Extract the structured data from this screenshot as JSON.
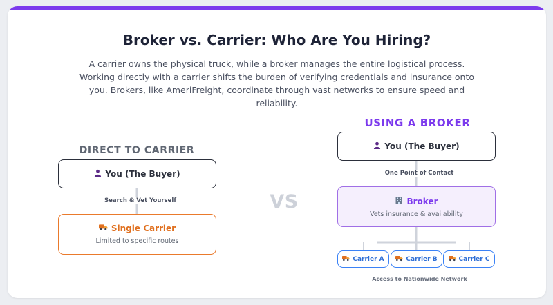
{
  "title": "Broker vs. Carrier: Who Are You Hiring?",
  "description": "A carrier owns the physical truck, while a broker manages the entire logistical process. Working directly with a carrier shifts the burden of verifying credentials and insurance onto you. Brokers, like AmeriFreight, coordinate through vast networks to ensure speed and reliability.",
  "direct": {
    "heading": "DIRECT TO CARRIER",
    "buyer": "You (The Buyer)",
    "edge_label": "Search & Vet Yourself",
    "carrier_title": "Single Carrier",
    "carrier_sub": "Limited to specific routes"
  },
  "vs": "VS",
  "broker_side": {
    "heading": "USING A BROKER",
    "buyer": "You (The Buyer)",
    "edge_label": "One Point of Contact",
    "broker_title": "Broker",
    "broker_sub": "Vets insurance & availability",
    "carriers": [
      "Carrier A",
      "Carrier B",
      "Carrier C"
    ],
    "network_label": "Access to Nationwide Network"
  },
  "icons": {
    "buyer": "person-icon",
    "truck": "truck-icon",
    "building": "building-icon"
  },
  "colors": {
    "accent": "#7c3aed",
    "carrier_orange": "#e0701f",
    "network_blue": "#3b82f6",
    "text_dark": "#1e2337",
    "vs_gray": "#cdd1d9"
  }
}
